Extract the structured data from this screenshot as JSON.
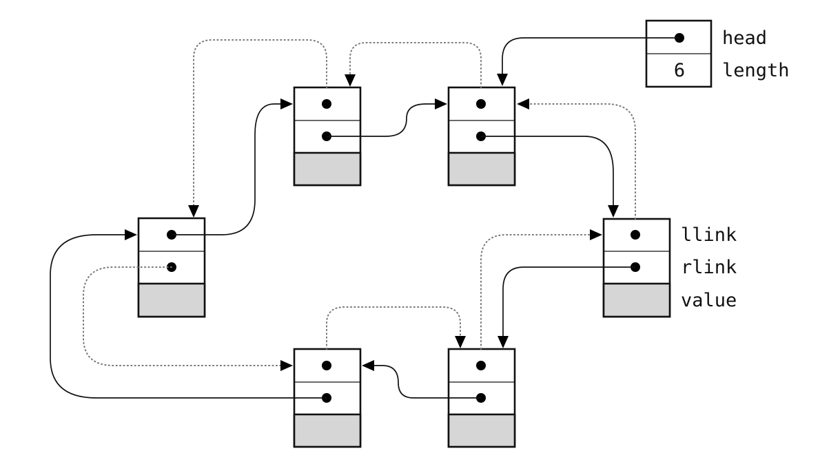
{
  "diagram": {
    "header": {
      "head_label": "head",
      "length_value": "6",
      "length_label": "length"
    },
    "field_labels": {
      "llink": "llink",
      "rlink": "rlink",
      "value": "value"
    }
  },
  "colors": {
    "value_cell_fill": "#d6d6d6",
    "line": "#111111",
    "dotted_line": "#777777"
  }
}
